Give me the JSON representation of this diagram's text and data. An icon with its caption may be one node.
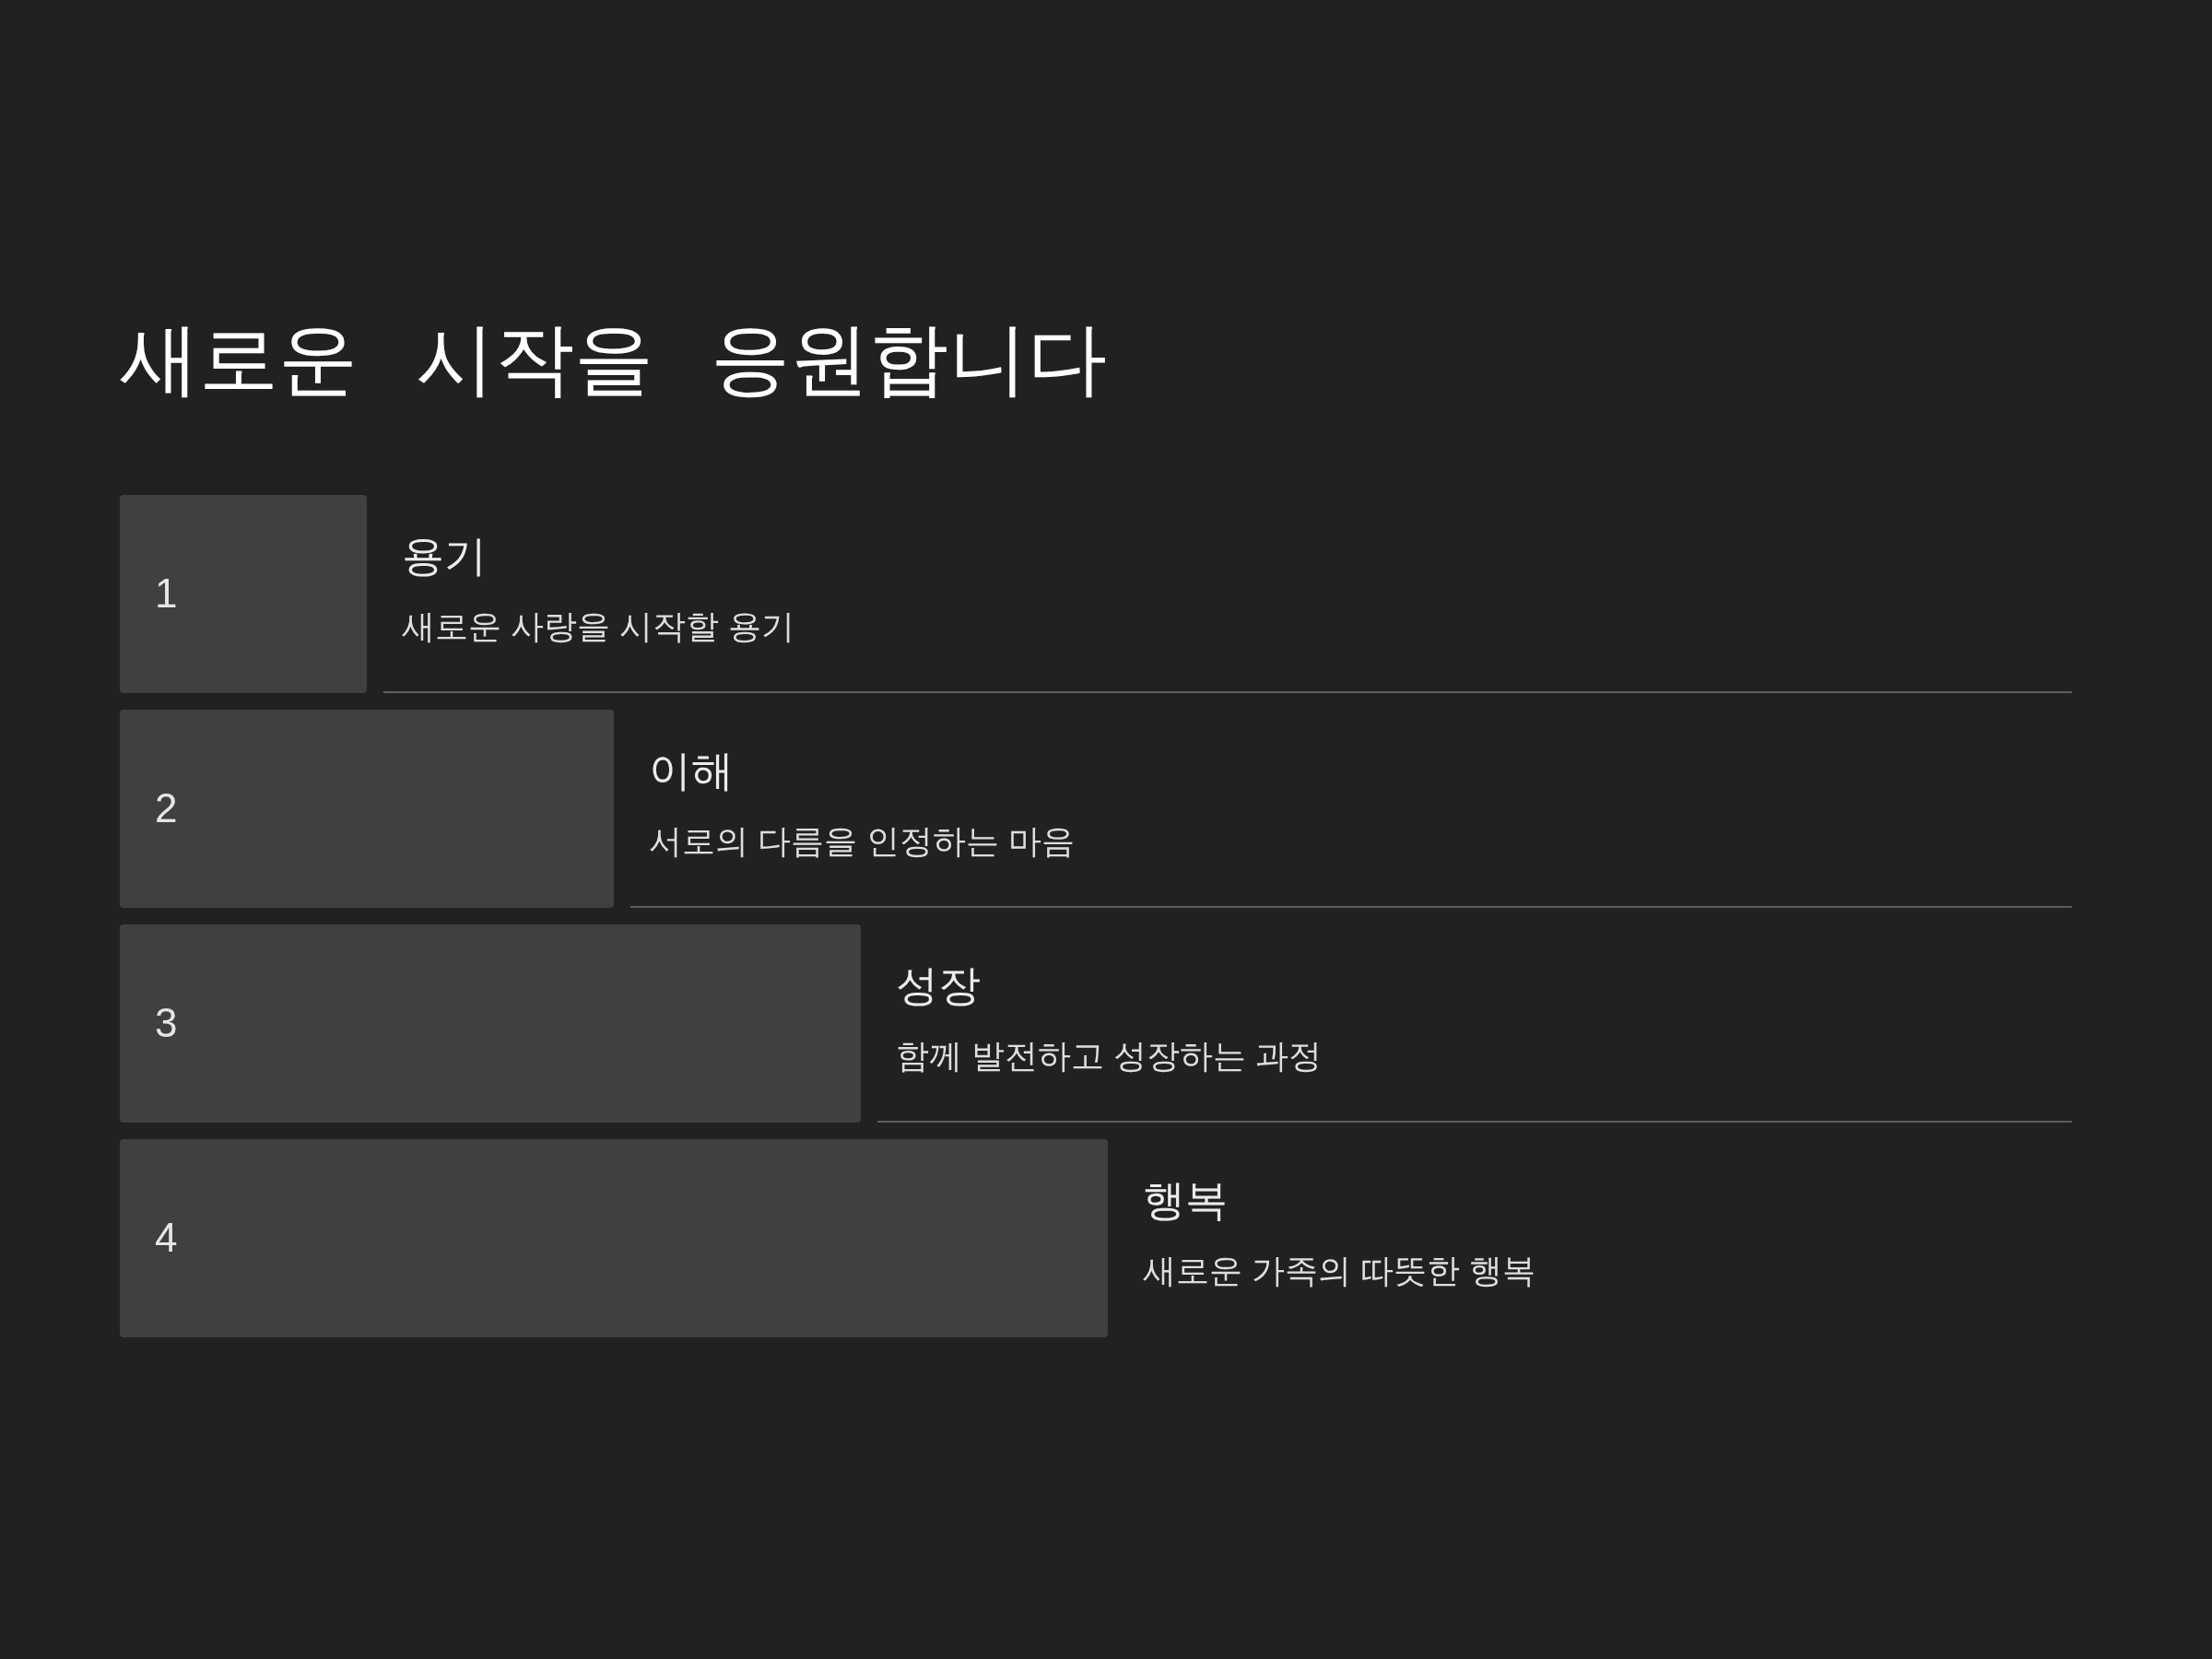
{
  "diagram": {
    "title": "새로운 시작을 응원합니다",
    "nodes": [
      {
        "text": [
          "1"
        ],
        "beside": [
          "용기",
          "새로운 사랑을 시작할 용기"
        ]
      },
      {
        "text": [
          "2"
        ],
        "beside": [
          "이해",
          "서로의 다름을 인정하는 마음"
        ]
      },
      {
        "text": [
          "3"
        ],
        "beside": [
          "성장",
          "함께 발전하고 성장하는 과정"
        ]
      },
      {
        "text": [
          "4"
        ],
        "beside": [
          "행복",
          "새로운 가족의 따뜻한 행복"
        ]
      }
    ]
  }
}
